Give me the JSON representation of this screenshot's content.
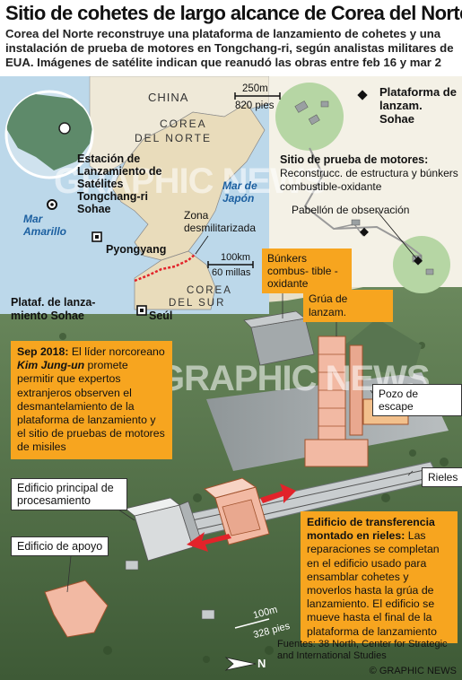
{
  "header": {
    "title": "Sitio de cohetes de largo alcance de Corea del Norte",
    "subtitle": "Corea del Norte reconstruye una plataforma de lanzamiento de cohetes y una instalación de prueba de motores en Tongchang-ri, según analistas militares de EUA. Imágenes de satélite indican que reanudó las obras entre feb 16 y mar 2"
  },
  "map": {
    "china": "CHINA",
    "north_korea_1": "COREA",
    "north_korea_2": "DEL NORTE",
    "south_korea_1": "COREA",
    "south_korea_2": "DEL SUR",
    "station": "Estación de Lanzamiento de Satélites Tongchang-ri Sohae",
    "yellow_sea": "Mar Amarillo",
    "japan_sea": "Mar de Japón",
    "dmz": "Zona desmilitarizada",
    "pyongyang": "Pyongyang",
    "seoul": "Seúl",
    "scale_km": "100km",
    "scale_mi": "60 millas"
  },
  "inset": {
    "scale_m": "250m",
    "scale_ft": "820 pies",
    "platform": "Plataforma de lanzam. Sohae",
    "engine_title": "Sitio de prueba de motores:",
    "engine_desc": "Reconstrucc. de estructura y búnkers combustible-oxidante",
    "observation": "Pabellón de observación"
  },
  "labels": {
    "plat": "Plataf. de lanza- miento Sohae",
    "bunkers": "Búnkers combus- tible - oxidante",
    "crane": "Grúa de lanzam.",
    "pit": "Pozo de escape",
    "rails": "Rieles",
    "processing": "Edificio principal de procesamiento",
    "support": "Edificio de apoyo"
  },
  "callout_2018": {
    "date": "Sep 2018:",
    "text1": " El líder norcoreano ",
    "name": "Kim Jung-un",
    "text2": " promete permitir que expertos extranjeros observen el desmantelamiento de la plataforma de lanzamiento y el sitio de pruebas de motores de misiles"
  },
  "callout_transfer": {
    "title": "Edificio de transferencia montado en rieles:",
    "text": " Las reparaciones se completan en el edificio usado para ensamblar cohetes y moverlos hasta la grúa de lanzamiento. El edificio se mueve hasta el final de la plataforma de lanzamiento"
  },
  "ground_scale": {
    "m": "100m",
    "ft": "328 pies",
    "north": "N"
  },
  "footer": {
    "sources": "Fuentes: 38 North, Center for Strategic and International Studies",
    "copyright": "© GRAPHIC NEWS"
  },
  "watermark": "GRAPHIC NEWS",
  "colors": {
    "orange": "#f7a51f",
    "land": "#e8dcc0",
    "sea": "#b9d7ea",
    "forest": "#4f6b43",
    "red": "#e2232a"
  }
}
